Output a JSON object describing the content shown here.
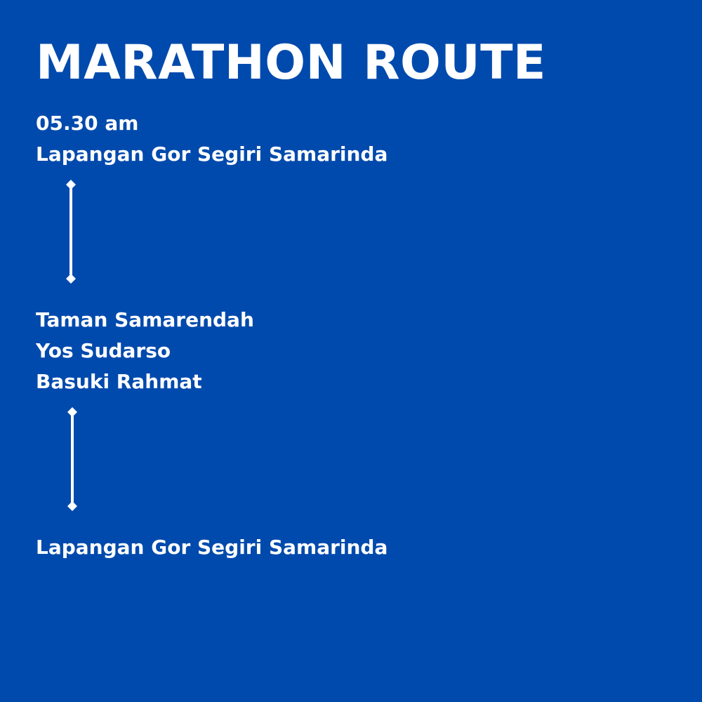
{
  "title": "MARATHON ROUTE",
  "start": {
    "time": "05.30 am",
    "location": "Lapangan Gor Segiri Samarinda"
  },
  "waypoints": [
    "Taman Samarendah",
    "Yos Sudarso",
    "Basuki Rahmat"
  ],
  "finish": {
    "location": "Lapangan Gor Segiri Samarinda"
  },
  "colors": {
    "background": "#004aad",
    "text": "#ffffff"
  }
}
